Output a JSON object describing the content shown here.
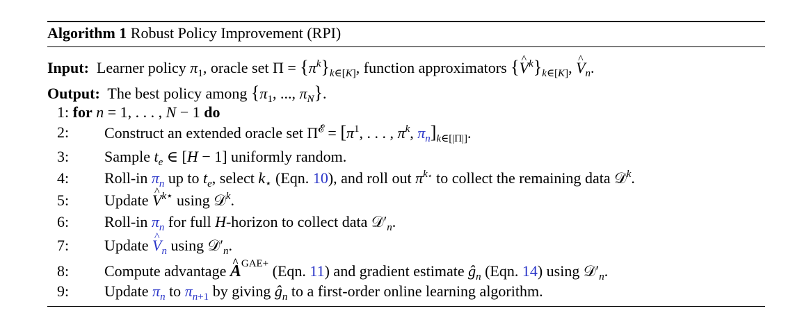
{
  "algorithm": {
    "label": "Algorithm 1",
    "title": "Robust Policy Improvement (RPI)"
  },
  "input": {
    "label": "Input:",
    "text_a": "Learner policy ",
    "text_b": ", oracle set ",
    "text_c": ", function approximators "
  },
  "output": {
    "label": "Output:",
    "text": "The best policy among "
  },
  "steps": [
    {
      "num": "1:",
      "keyword_for": "for",
      "keyword_do": "do"
    },
    {
      "num": "2:",
      "text": "Construct an extended oracle set "
    },
    {
      "num": "3:",
      "text_a": "Sample ",
      "text_b": " uniformly random."
    },
    {
      "num": "4:",
      "text_a": "Roll-in ",
      "text_b": " up to ",
      "text_c": ", select ",
      "text_d": " (Eqn. ",
      "ref": "10",
      "text_e": "), and roll out ",
      "text_f": " to collect the remaining data "
    },
    {
      "num": "5:",
      "text_a": "Update ",
      "text_b": " using "
    },
    {
      "num": "6:",
      "text_a": "Roll-in ",
      "text_b": " for full ",
      "text_c": "-horizon to collect data "
    },
    {
      "num": "7:",
      "text_a": "Update ",
      "text_b": " using "
    },
    {
      "num": "8:",
      "text_a": "Compute advantage ",
      "gae": "GAE+",
      "text_b": " (Eqn. ",
      "ref_a": "11",
      "text_c": ") and gradient estimate ",
      "text_d": " (Eqn. ",
      "ref_b": "14",
      "text_e": ") using "
    },
    {
      "num": "9:",
      "text_a": "Update ",
      "text_b": " to ",
      "text_c": " by giving ",
      "text_d": " to a first-order online learning algorithm."
    }
  ]
}
